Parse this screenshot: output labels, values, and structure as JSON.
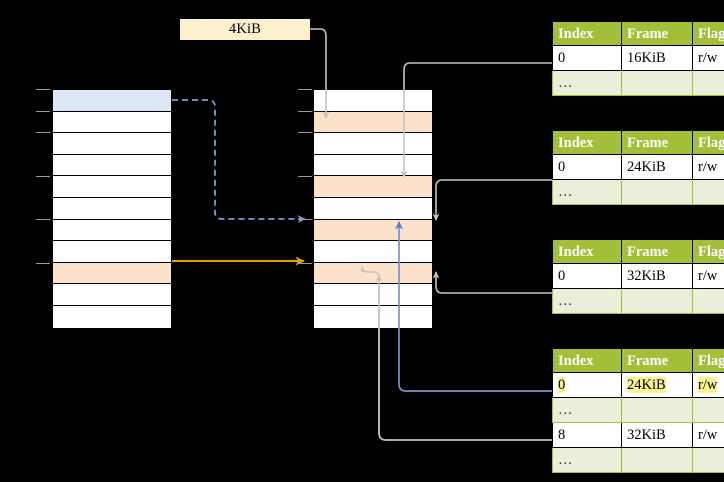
{
  "diagram": {
    "title_label": "4KiB",
    "virtual_column": {
      "name": "virtual-address-space",
      "row_count": 11,
      "rows": [
        {
          "fill": "blue"
        },
        {
          "fill": "white"
        },
        {
          "fill": "white"
        },
        {
          "fill": "white"
        },
        {
          "fill": "white"
        },
        {
          "fill": "white"
        },
        {
          "fill": "white"
        },
        {
          "fill": "white"
        },
        {
          "fill": "orange"
        },
        {
          "fill": "white"
        },
        {
          "fill": "white"
        }
      ]
    },
    "physical_column": {
      "name": "physical-memory",
      "row_count": 11,
      "rows": [
        {
          "fill": "white"
        },
        {
          "fill": "orange"
        },
        {
          "fill": "white"
        },
        {
          "fill": "white"
        },
        {
          "fill": "orange"
        },
        {
          "fill": "white"
        },
        {
          "fill": "orange"
        },
        {
          "fill": "white"
        },
        {
          "fill": "orange"
        },
        {
          "fill": "white"
        },
        {
          "fill": "white"
        }
      ]
    },
    "tables": [
      {
        "name": "page-table-1",
        "headers": [
          "Index",
          "Frame",
          "Flags"
        ],
        "rows": [
          {
            "cells": [
              "0",
              "16KiB",
              "r/w"
            ],
            "style": "normal",
            "highlight": [
              false,
              false,
              false
            ]
          },
          {
            "cells": [
              "…",
              "",
              ""
            ],
            "style": "alt",
            "highlight": [
              false,
              false,
              false
            ]
          }
        ]
      },
      {
        "name": "page-table-2",
        "headers": [
          "Index",
          "Frame",
          "Flags"
        ],
        "rows": [
          {
            "cells": [
              "0",
              "24KiB",
              "r/w"
            ],
            "style": "normal",
            "highlight": [
              false,
              false,
              false
            ]
          },
          {
            "cells": [
              "…",
              "",
              ""
            ],
            "style": "alt",
            "highlight": [
              false,
              false,
              false
            ]
          }
        ]
      },
      {
        "name": "page-table-3",
        "headers": [
          "Index",
          "Frame",
          "Flags"
        ],
        "rows": [
          {
            "cells": [
              "0",
              "32KiB",
              "r/w"
            ],
            "style": "normal",
            "highlight": [
              false,
              false,
              false
            ]
          },
          {
            "cells": [
              "…",
              "",
              ""
            ],
            "style": "alt",
            "highlight": [
              false,
              false,
              false
            ]
          }
        ]
      },
      {
        "name": "page-table-4",
        "headers": [
          "Index",
          "Frame",
          "Flags"
        ],
        "rows": [
          {
            "cells": [
              "0",
              "24KiB",
              "r/w"
            ],
            "style": "normal",
            "highlight": [
              true,
              true,
              true
            ]
          },
          {
            "cells": [
              "…",
              "",
              ""
            ],
            "style": "alt",
            "highlight": [
              false,
              false,
              false
            ]
          },
          {
            "cells": [
              "8",
              "32KiB",
              "r/w"
            ],
            "style": "normal",
            "highlight": [
              false,
              false,
              false
            ]
          },
          {
            "cells": [
              "…",
              "",
              ""
            ],
            "style": "alt",
            "highlight": [
              false,
              false,
              false
            ]
          }
        ]
      }
    ],
    "colors": {
      "header_green": "#a2c037",
      "alt_row_green": "#e9efd9",
      "highlight_yellow": "#faf38e",
      "frame_orange": "#fde2cb",
      "page_blue": "#dce8f8",
      "arrow_blue": "#7a9fd4",
      "arrow_orange": "#e39e06",
      "arrow_gray": "#c8c8c8",
      "label_cream": "#fdf0cd",
      "background": "#000000"
    }
  }
}
